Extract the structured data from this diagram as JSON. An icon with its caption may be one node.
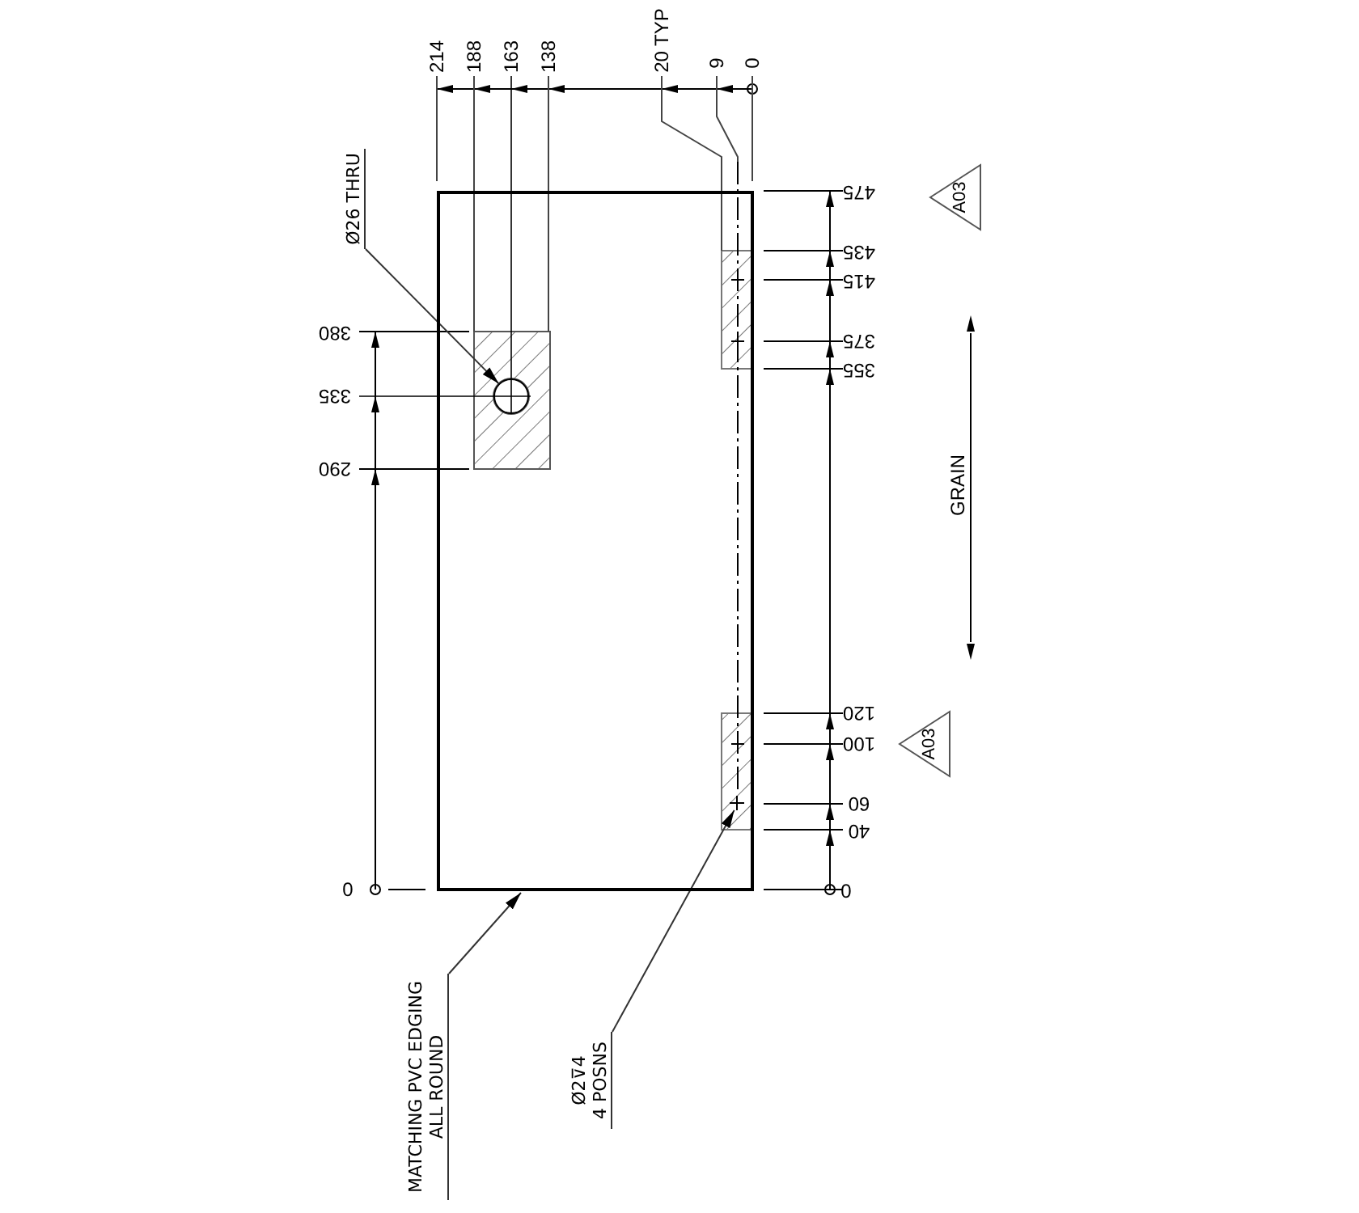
{
  "diagram": {
    "nodes": [
      {
        "text": [
          "Ø26 THRU"
        ]
      },
      {
        "text": [
          "A03"
        ]
      },
      {
        "text": [],
        "shape": "box"
      },
      {
        "text": [],
        "shape": "circle",
        "in": 2
      },
      {
        "text": [
          "A03"
        ]
      },
      {
        "text": [
          "MATCHING PVC EDGING ALL ROUND"
        ]
      },
      {
        "text": [
          "Ø2⊽4",
          "4 POSNS"
        ]
      },
      {
        "text": [],
        "shape": "cross",
        "in": 2
      }
    ],
    "edges": [
      {
        "from": 0,
        "to": 3,
        "arrow": "to"
      },
      {
        "from": 5,
        "to": 2,
        "arrow": "to"
      },
      {
        "from": 6,
        "to": 7,
        "arrow": "to"
      }
    ],
    "labels": [
      "214",
      "188",
      "163",
      "138",
      "20 TYP",
      "9",
      "0",
      "475",
      "435",
      "415",
      "375",
      "355",
      "120",
      "100",
      "60",
      "40",
      "0",
      "380",
      "335",
      "290",
      "0",
      "GRAIN"
    ]
  }
}
